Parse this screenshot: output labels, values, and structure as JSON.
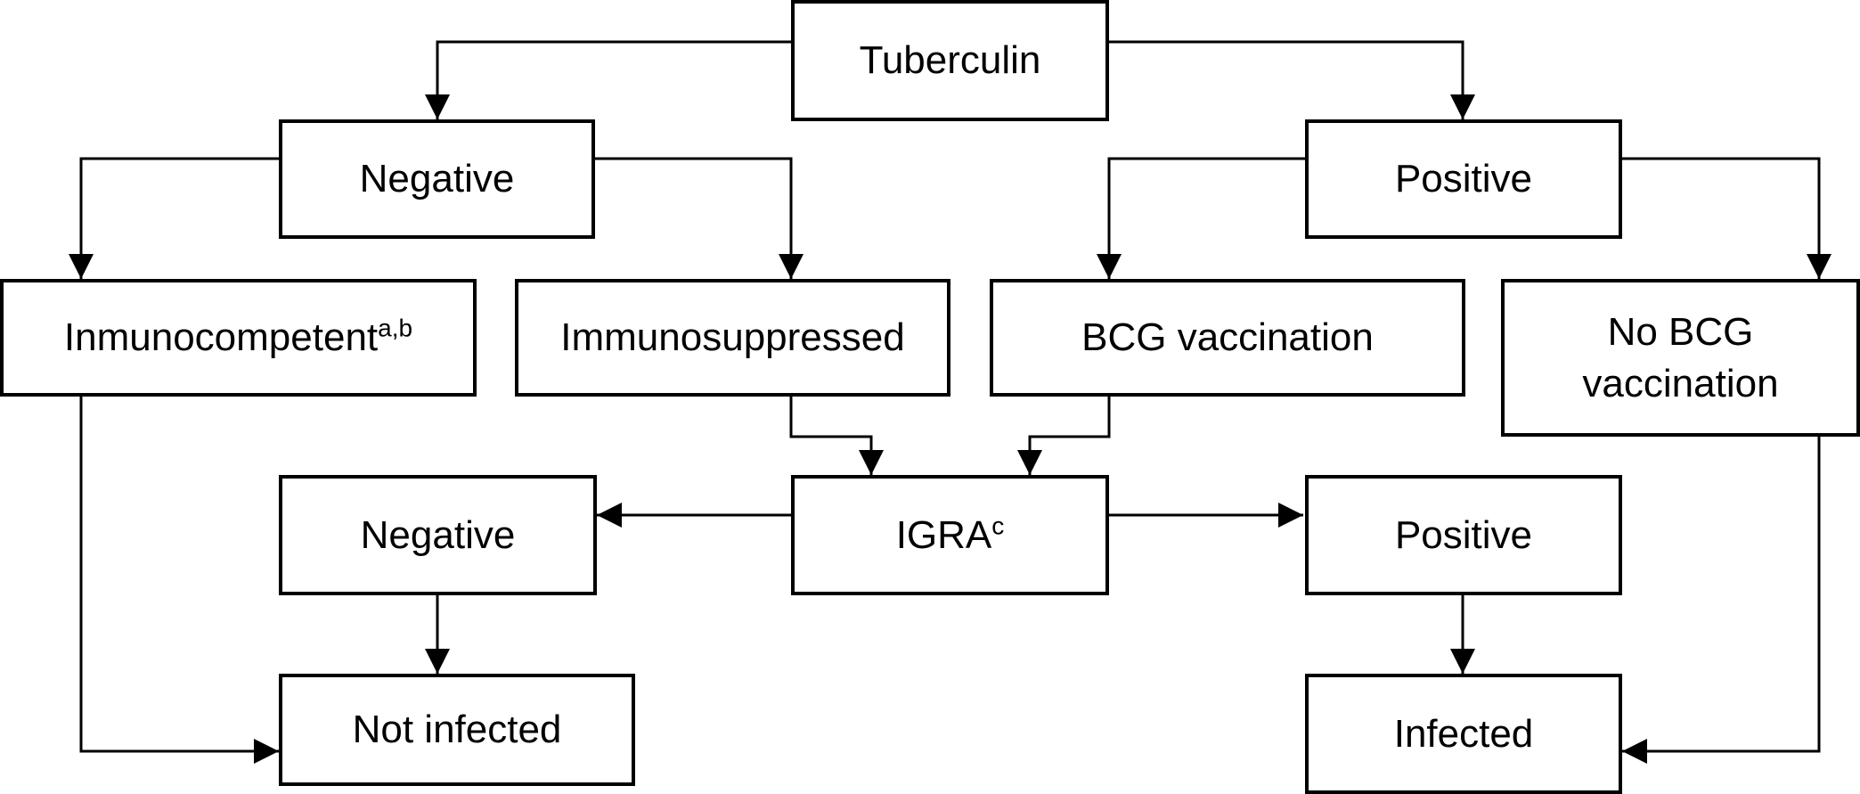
{
  "nodes": {
    "tuberculin": {
      "label": "Tuberculin"
    },
    "negative_top": {
      "label": "Negative"
    },
    "positive_top": {
      "label": "Positive"
    },
    "immunocompetent": {
      "label": "Inmunocompetent",
      "sup": "a,b"
    },
    "immunosuppressed": {
      "label": "Immunosuppressed"
    },
    "bcg_vaccination": {
      "label": "BCG vaccination"
    },
    "no_bcg_vaccination": {
      "line1": "No BCG",
      "line2": "vaccination"
    },
    "igra": {
      "label": "IGRA",
      "sup": "c"
    },
    "negative_igra": {
      "label": "Negative"
    },
    "positive_igra": {
      "label": "Positive"
    },
    "not_infected": {
      "label": "Not infected"
    },
    "infected": {
      "label": "Infected"
    }
  },
  "edges": [
    {
      "from": "tuberculin",
      "to": "negative_top"
    },
    {
      "from": "tuberculin",
      "to": "positive_top"
    },
    {
      "from": "negative_top",
      "to": "immunocompetent"
    },
    {
      "from": "negative_top",
      "to": "immunosuppressed"
    },
    {
      "from": "positive_top",
      "to": "bcg_vaccination"
    },
    {
      "from": "positive_top",
      "to": "no_bcg_vaccination"
    },
    {
      "from": "immunosuppressed",
      "to": "igra"
    },
    {
      "from": "bcg_vaccination",
      "to": "igra"
    },
    {
      "from": "igra",
      "to": "negative_igra"
    },
    {
      "from": "igra",
      "to": "positive_igra"
    },
    {
      "from": "negative_igra",
      "to": "not_infected"
    },
    {
      "from": "positive_igra",
      "to": "infected"
    },
    {
      "from": "immunocompetent",
      "to": "not_infected"
    },
    {
      "from": "no_bcg_vaccination",
      "to": "infected"
    }
  ]
}
